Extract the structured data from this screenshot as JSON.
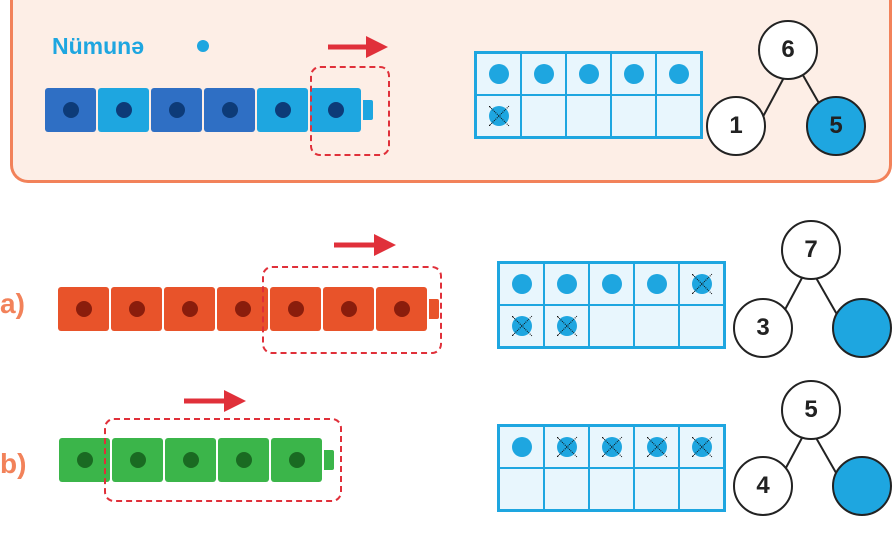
{
  "example": {
    "title": "Nümunə",
    "top": "6",
    "left": "1",
    "right": "5",
    "frame": [
      "dot",
      "dot",
      "dot",
      "dot",
      "dot",
      "crossed",
      "empty",
      "empty",
      "empty",
      "empty"
    ]
  },
  "a": {
    "label": "a)",
    "top": "7",
    "left": "3",
    "right": "",
    "frame": [
      "dot",
      "dot",
      "dot",
      "dot",
      "crossed",
      "crossed",
      "crossed",
      "empty",
      "empty",
      "empty"
    ]
  },
  "b": {
    "label": "b)",
    "top": "5",
    "left": "4",
    "right": "",
    "frame": [
      "dot",
      "crossed",
      "crossed",
      "crossed",
      "crossed",
      "empty",
      "empty",
      "empty",
      "empty",
      "empty"
    ]
  },
  "colors": {
    "blue": "#1ea6e0",
    "orange": "#f2825a",
    "red_cube": "#e8532a",
    "green_cube": "#3bb54a",
    "dark_blue_cube": "#2f6fc4"
  },
  "icons": {
    "arrow": "arrow-right-icon",
    "cube": "linking-cube-icon"
  }
}
